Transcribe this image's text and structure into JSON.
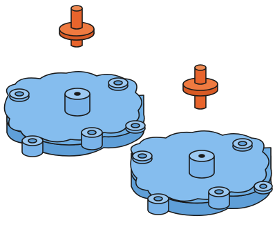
{
  "illustration": {
    "parts": [
      {
        "kind": "pin",
        "color": "#e8642c"
      },
      {
        "kind": "pin",
        "color": "#e8642c"
      },
      {
        "kind": "disc-stack",
        "color": "#7fb8ec"
      },
      {
        "kind": "disc-stack",
        "color": "#7fb8ec"
      }
    ],
    "colors": {
      "disc_fill": "#7fb8ec",
      "disc_dark": "#5f9fd8",
      "pin_fill": "#e8642c",
      "pin_dark": "#b9461b",
      "outline": "#1a1a1a",
      "background": "#ffffff"
    }
  }
}
